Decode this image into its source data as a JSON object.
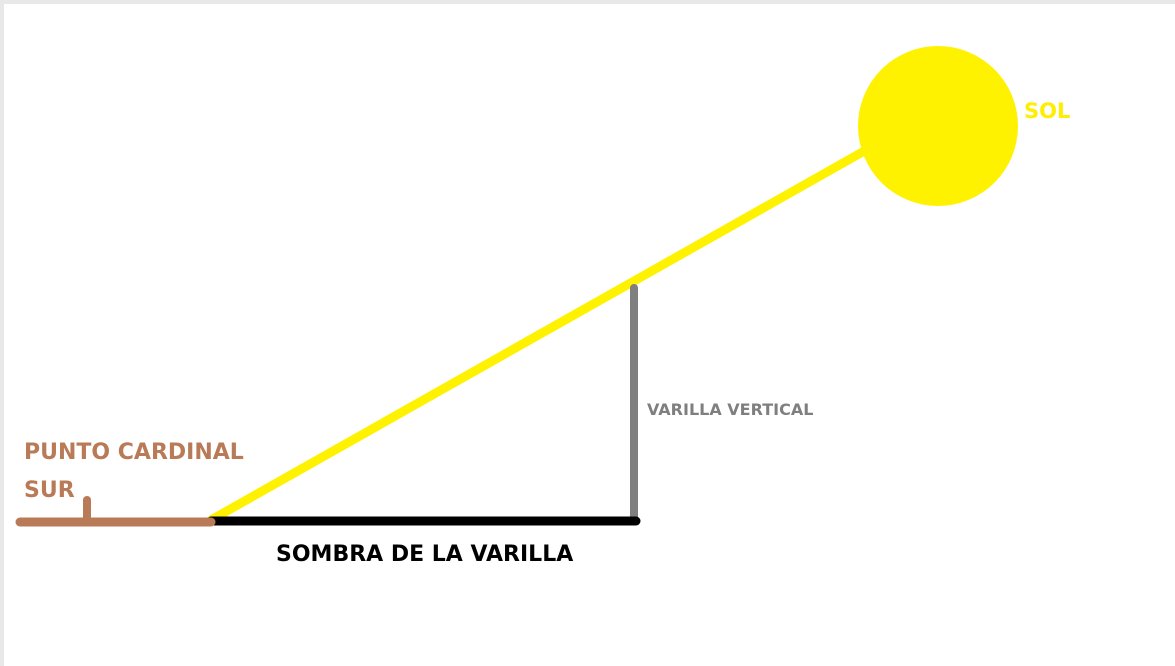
{
  "labels": {
    "sun": "SOL",
    "rod": "VARILLA VERTICAL",
    "south_line1": "PUNTO CARDINAL",
    "south_line2": "SUR",
    "shadow": "SOMBRA DE LA VARILLA"
  },
  "colors": {
    "sun": "#fff200",
    "sun_label": "#ffee00",
    "sun_ray": "#fff200",
    "rod": "#7f7f7f",
    "rod_label": "#7f7f7f",
    "shadow": "#000000",
    "shadow_label": "#000000",
    "ground": "#b97a57",
    "south_label": "#b97a57",
    "background": "#ffffff"
  }
}
